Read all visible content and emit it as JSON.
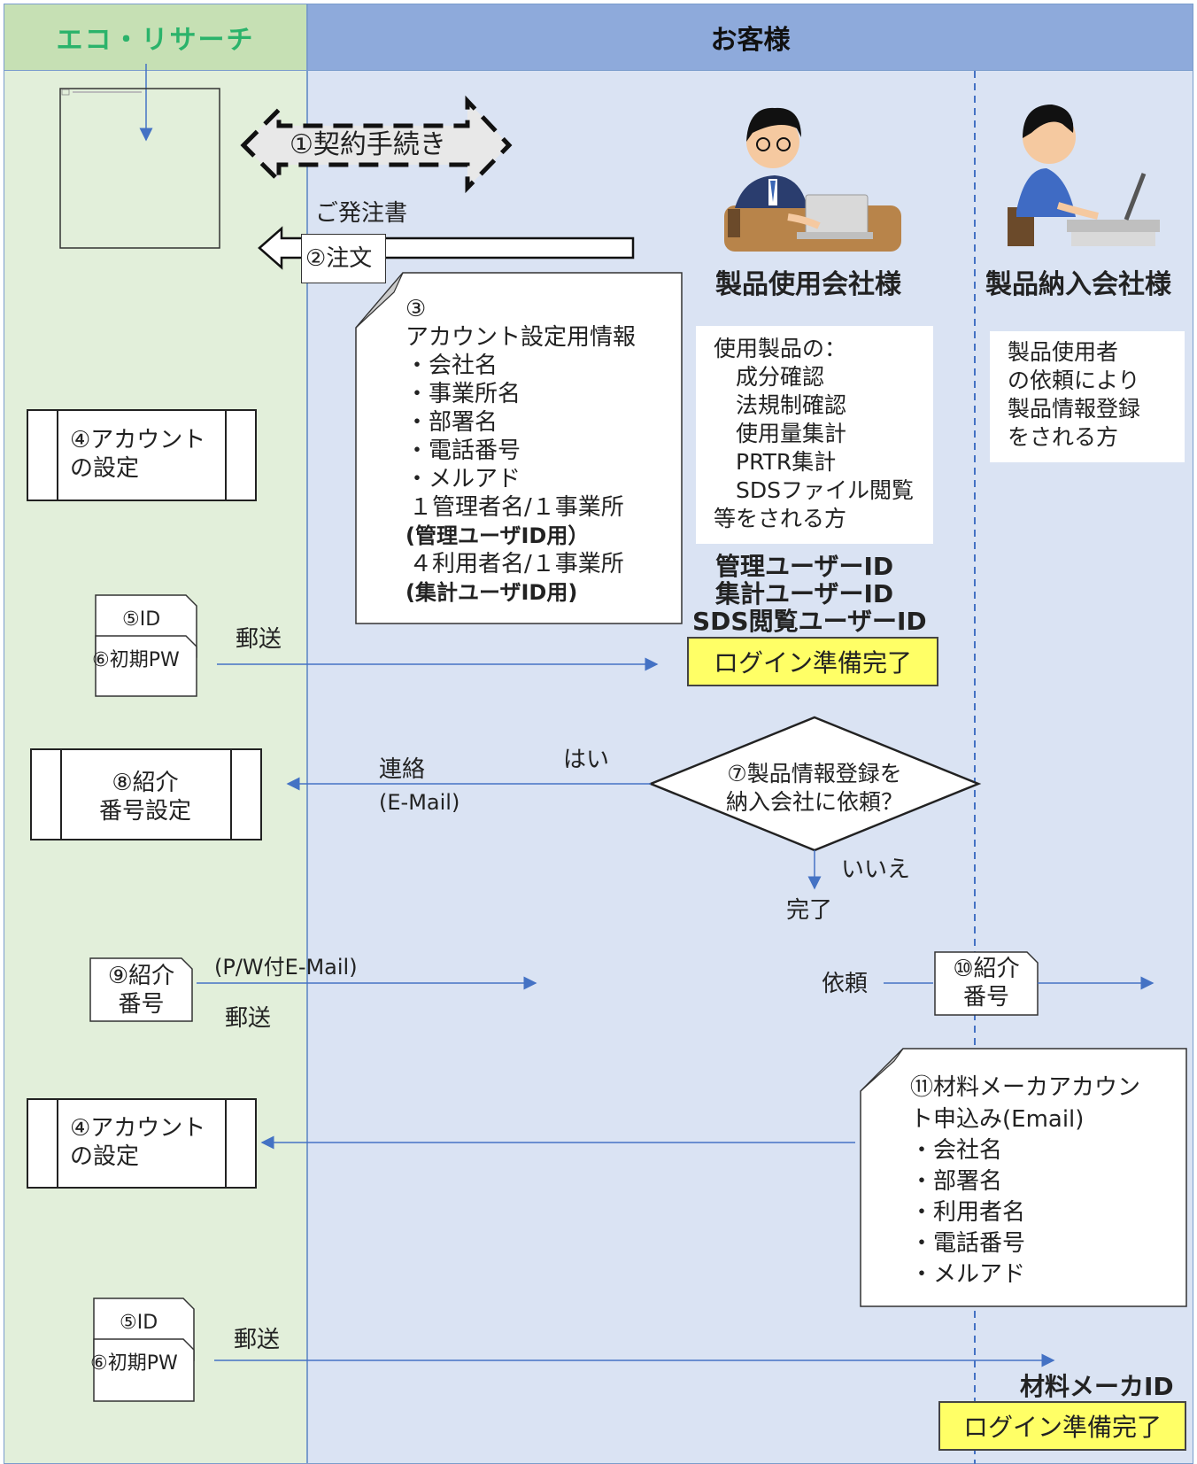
{
  "lanes": {
    "left": "エコ・リサーチ",
    "right": "お客様"
  },
  "steps": {
    "contract": "①契約手続き",
    "order_doc": "ご発注書",
    "order": "②注文",
    "account_info": {
      "num": "③",
      "title": "アカウント設定用情報",
      "items": [
        "・会社名",
        "・事業所名",
        "・部署名",
        "・電話番号",
        "・メルアド"
      ],
      "admin_line": "１管理者名/１事業所",
      "admin_paren": "(管理ユーザID用）",
      "user_line": "４利用者名/１事業所",
      "user_paren": "(集計ユーザID用)"
    },
    "account_setup": "④アカウント\nの設定",
    "id": "⑤ID",
    "initial_pw": "⑥初期PW",
    "mail": "郵送",
    "contact": "連絡",
    "email": "(E-Mail)",
    "yes": "はい",
    "intro_setting": "⑧紹介\n番号設定",
    "decision": "⑦製品情報登録を\n納入会社に依頼？",
    "no": "いいえ",
    "done": "完了",
    "intro_number": "⑨紹介\n番号",
    "pw_email": "(P/W付E-Mail)",
    "request": "依頼",
    "intro_number_10": "⑩紹介\n番号",
    "maker_application": {
      "title1": "⑪材料メーカアカウン",
      "title2": "ト申込み(Email)",
      "items": [
        "・会社名",
        "・部署名",
        "・利用者名",
        "・電話番号",
        "・メルアド"
      ]
    }
  },
  "user_company": {
    "title": "製品使用会社様",
    "desc": "使用製品の：\n　成分確認\n　法規制確認\n　使用量集計\n　PRTR集計\n　SDSファイル閲覧\n等をされる方",
    "ids": [
      "管理ユーザーID",
      "集計ユーザーID",
      "SDS閲覧ユーザーID"
    ],
    "ready": "ログイン準備完了"
  },
  "supplier_company": {
    "title": "製品納入会社様",
    "desc": "製品使用者\nの依頼により\n製品情報登録\nをされる方",
    "id": "材料メーカID",
    "ready": "ログイン準備完了"
  },
  "colors": {
    "arrow": "#4472c4",
    "lane_left": "#e2efda",
    "lane_right": "#dae3f3",
    "highlight": "#ffff66"
  }
}
